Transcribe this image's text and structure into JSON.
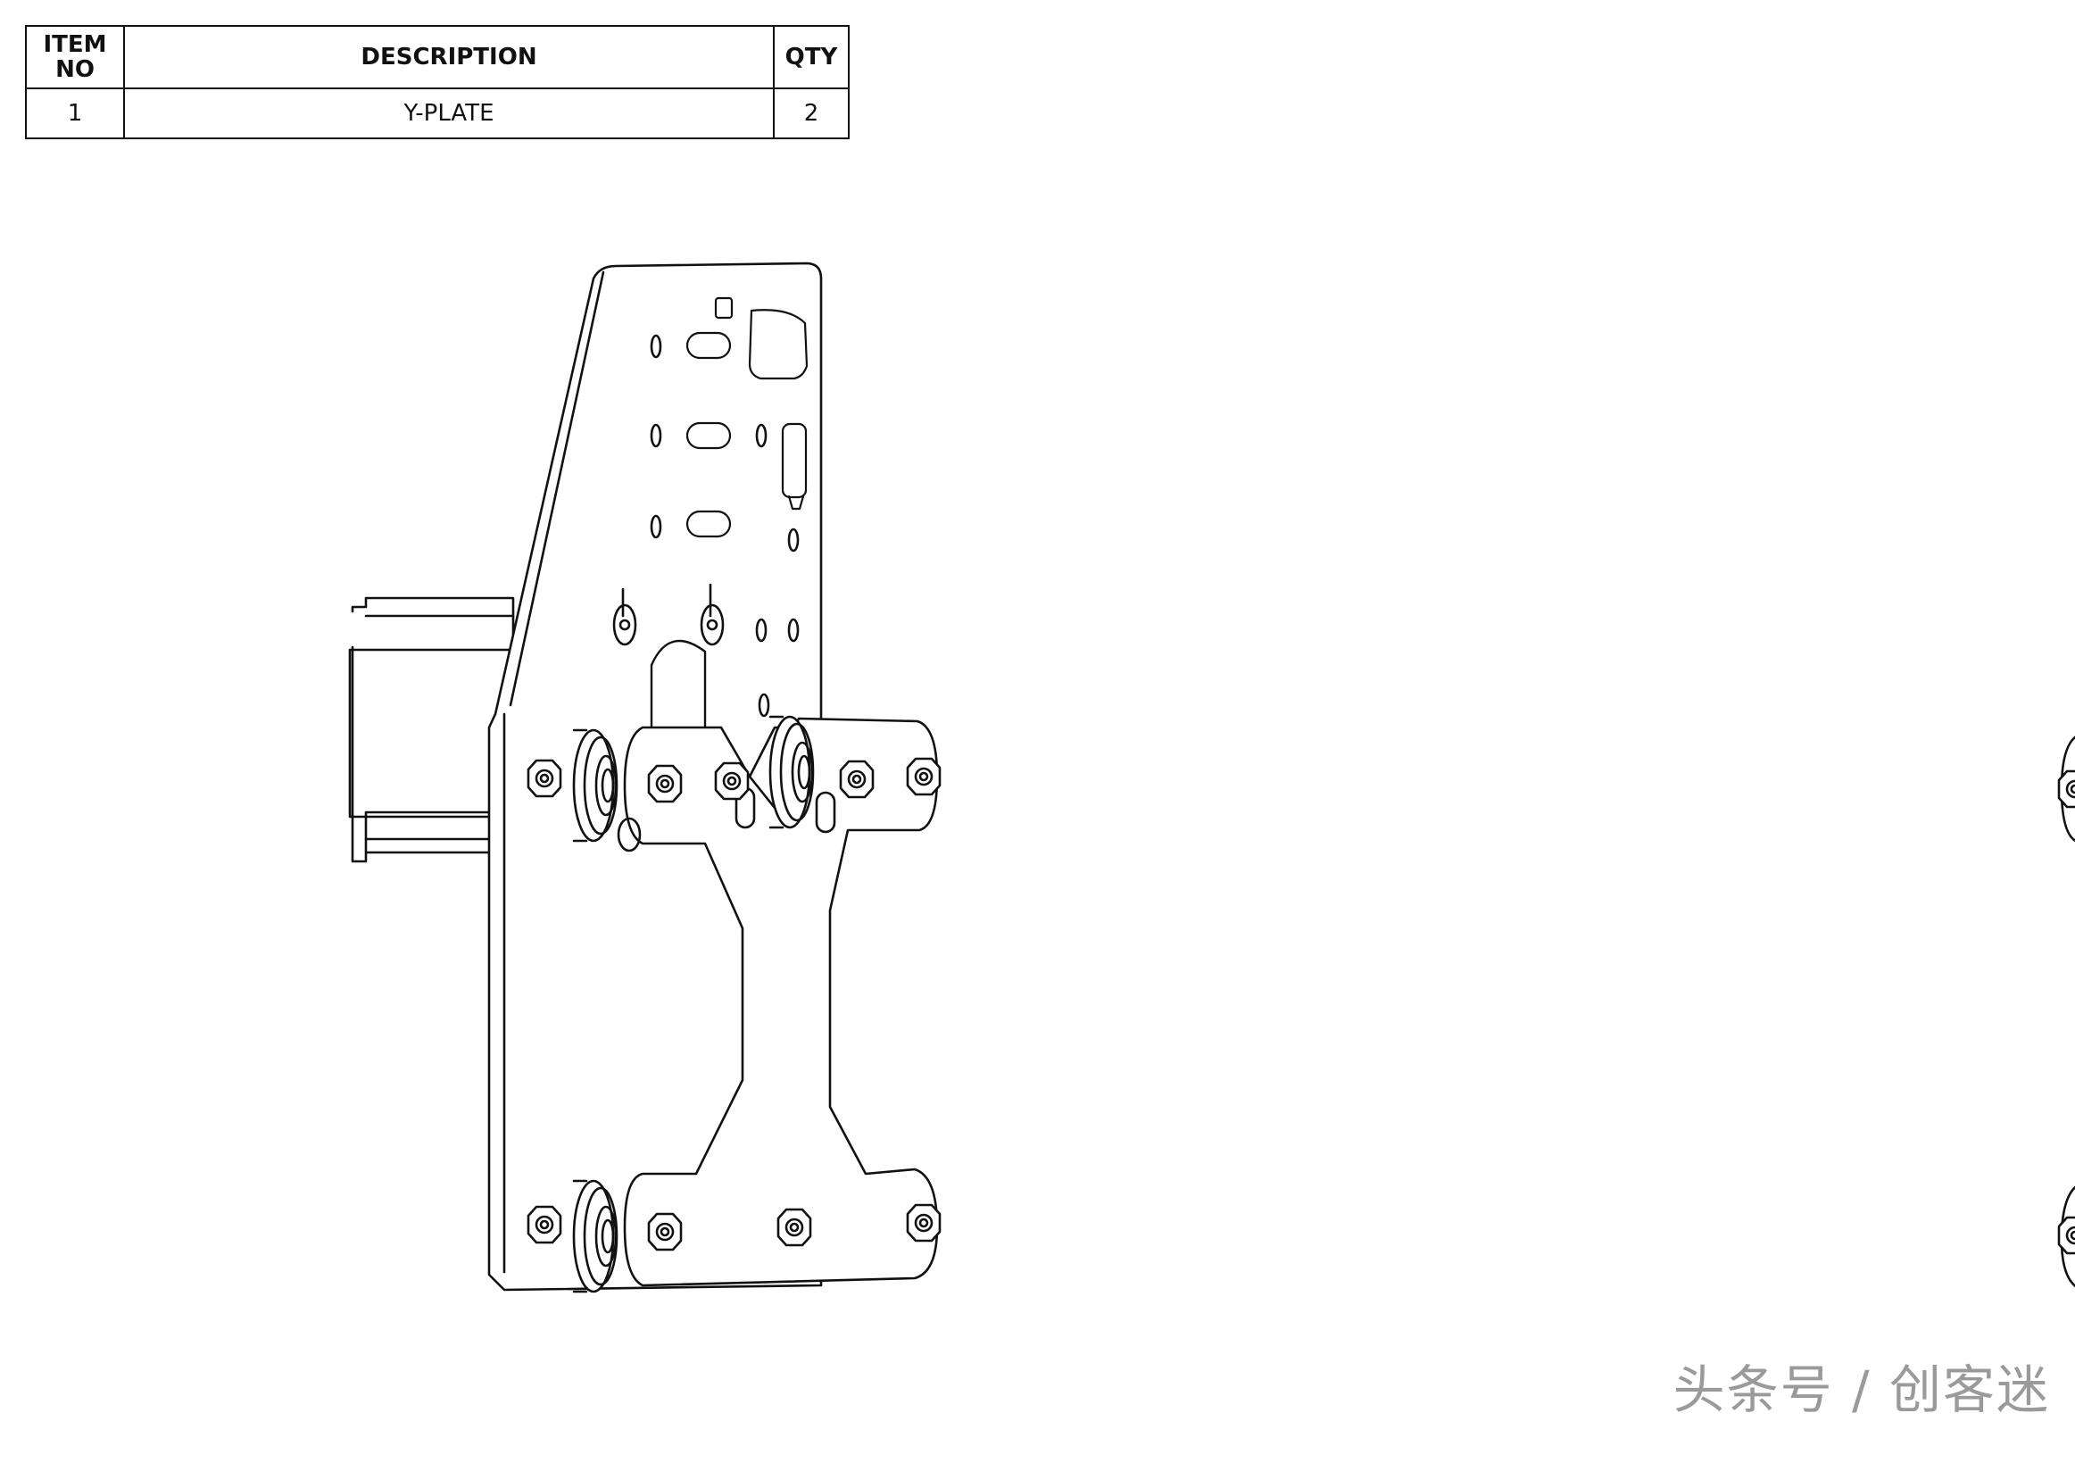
{
  "bom": {
    "headers": {
      "item_no": "ITEM\nNO",
      "description": "DESCRIPTION",
      "qty": "QTY"
    },
    "rows": [
      {
        "item_no": "1",
        "description": "Y-PLATE",
        "qty": "2"
      }
    ]
  },
  "watermark": "头条号 / 创客迷"
}
